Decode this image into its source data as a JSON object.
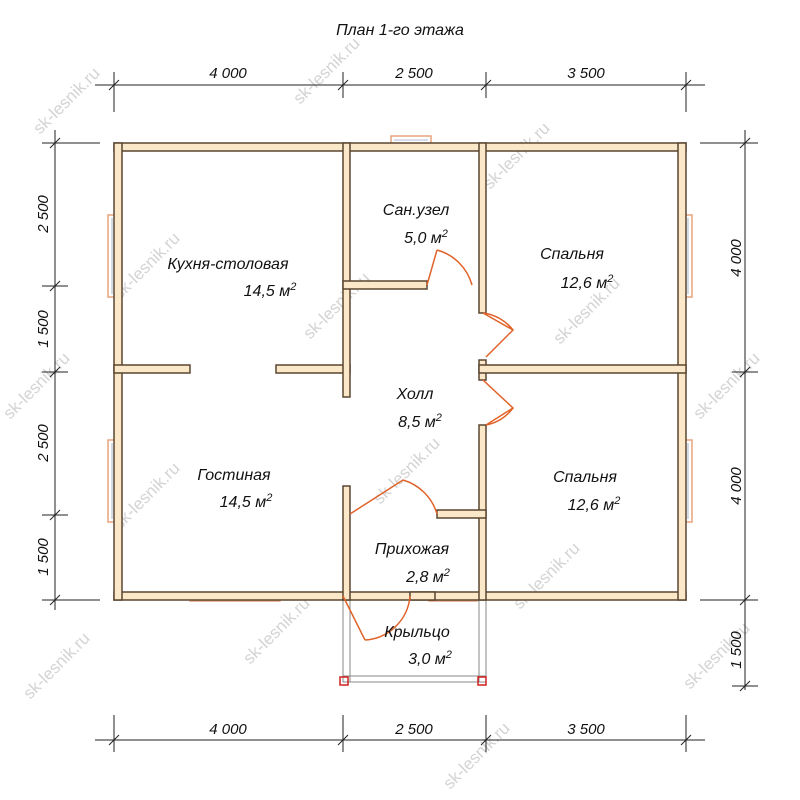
{
  "title": "План 1-го этажа",
  "watermark": "sk-lesnik.ru",
  "colors": {
    "wall_fill": "#fbe8c8",
    "wall_stroke": "#5a4630",
    "door": "#e0632a",
    "window": "#e9a37e",
    "post": "#d02020",
    "dim_line": "#222222"
  },
  "dimensions": {
    "top": [
      "4 000",
      "2 500",
      "3 500"
    ],
    "bottom": [
      "4 000",
      "2 500",
      "3 500"
    ],
    "left": [
      "2 500",
      "1 500",
      "2 500",
      "1 500"
    ],
    "right": [
      "4 000",
      "4 000",
      "1 500"
    ]
  },
  "rooms": {
    "kitchen": {
      "name": "Кухня-столовая",
      "area": "14,5 м",
      "sup": "2"
    },
    "bath": {
      "name": "Сан.узел",
      "area": "5,0 м",
      "sup": "2"
    },
    "bed1": {
      "name": "Спальня",
      "area": "12,6 м",
      "sup": "2"
    },
    "hall": {
      "name": "Холл",
      "area": "8,5 м",
      "sup": "2"
    },
    "living": {
      "name": "Гостиная",
      "area": "14,5 м",
      "sup": "2"
    },
    "bed2": {
      "name": "Спальня",
      "area": "12,6 м",
      "sup": "2"
    },
    "entry": {
      "name": "Прихожая",
      "area": "2,8 м",
      "sup": "2"
    },
    "porch": {
      "name": "Крыльцо",
      "area": "3,0 м",
      "sup": "2"
    }
  }
}
